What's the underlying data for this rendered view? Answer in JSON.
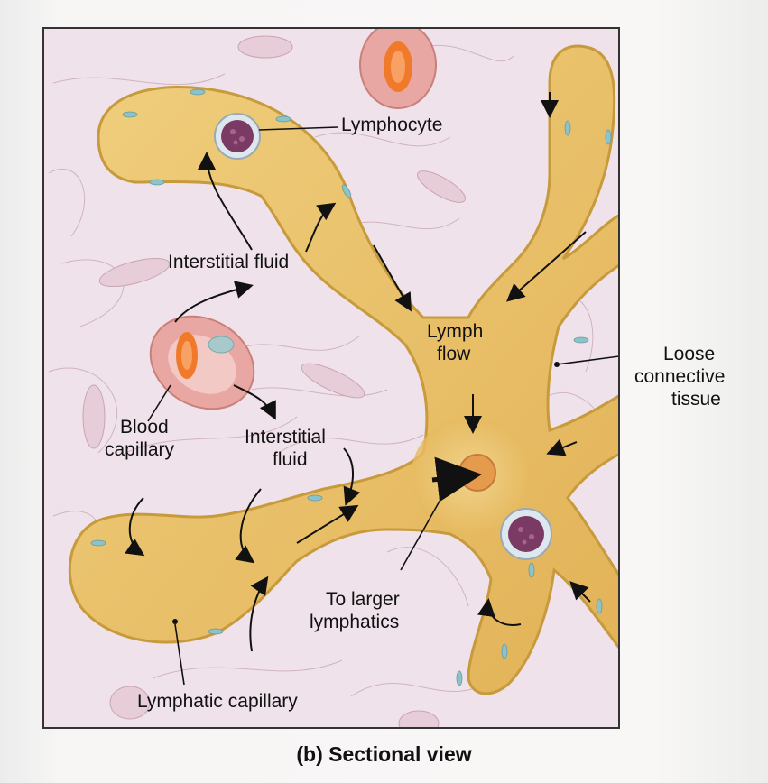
{
  "labels": {
    "lymphocyte": "Lymphocyte",
    "interstitial_fluid_top": "Interstitial fluid",
    "lymph_flow_1": "Lymph",
    "lymph_flow_2": "flow",
    "loose_1": "Loose",
    "loose_2": "connective",
    "loose_3": "tissue",
    "blood_1": "Blood",
    "blood_2": "capillary",
    "interstitial_mid_1": "Interstitial",
    "interstitial_mid_2": "fluid",
    "larger_1": "To larger",
    "larger_2": "lymphatics",
    "lymphatic_capillary": "Lymphatic capillary"
  },
  "caption": "(b) Sectional view",
  "colors": {
    "tissue": "#efe2ea",
    "lymph_vessel": "#e8c06a",
    "vessel_wall": "#c79a3c",
    "blood_capillary": "#e8a7a2",
    "red_cell": "#f07a2a",
    "lymphocyte_nucleus": "#7a3a63"
  }
}
